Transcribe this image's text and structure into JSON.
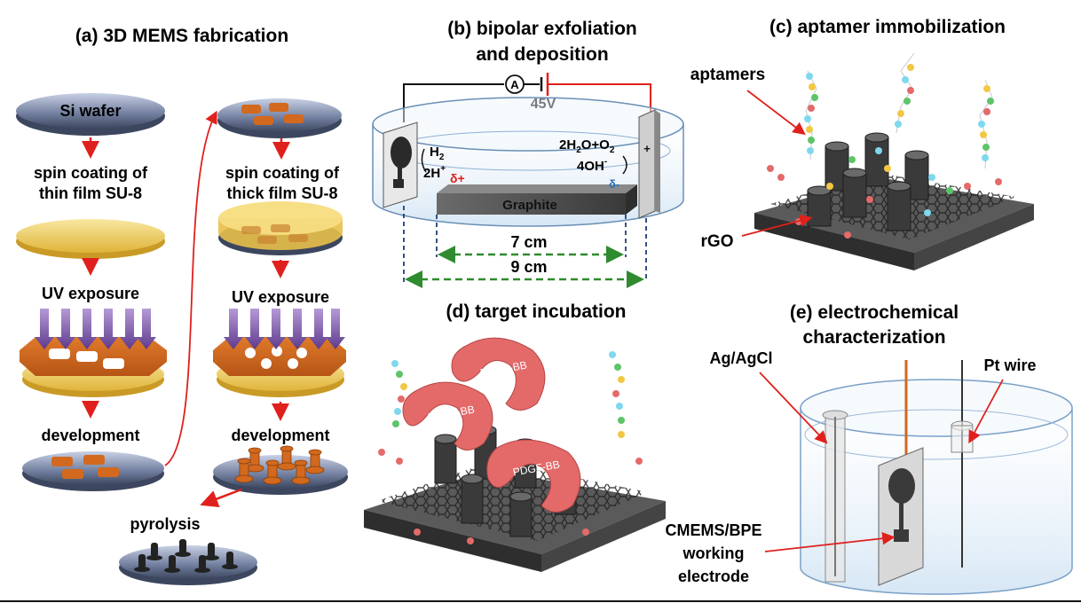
{
  "panels": {
    "a": {
      "title": "(a) 3D MEMS fabrication",
      "si_wafer": "Si wafer",
      "spin_thin_1": "spin coating of",
      "spin_thin_2": "thin film SU-8",
      "uv_1": "UV exposure",
      "dev_1": "development",
      "spin_thick_1": "spin coating of",
      "spin_thick_2": "thick film SU-8",
      "uv_2": "UV exposure",
      "dev_2": "development",
      "pyrolysis": "pyrolysis"
    },
    "b": {
      "title_1": "(b) bipolar exfoliation",
      "title_2": "and deposition",
      "ammeter": "A",
      "voltage": "45V",
      "h2": "H",
      "h2_sub": "2",
      "h_plus": "2H",
      "h_plus_sup": "+",
      "delta_plus": "δ+",
      "water_ox": "2H",
      "water_ox_sub": "2",
      "water_ox_mid": "O+O",
      "water_ox_sub2": "2",
      "oh": "4OH",
      "oh_sup": "-",
      "delta_minus": "δ-",
      "graphite": "Graphite",
      "dist_inner": "7 cm",
      "dist_outer": "9 cm"
    },
    "c": {
      "title": "(c) aptamer immobilization",
      "aptamers": "aptamers",
      "rgo": "rGO"
    },
    "d": {
      "title": "(d) target incubation",
      "protein": "PDGF-BB"
    },
    "e": {
      "title_1": "(e) electrochemical",
      "title_2": "characterization",
      "ag": "Ag/AgCl",
      "pt": "Pt wire",
      "we_1": "CMEMS/BPE",
      "we_2": "working",
      "we_3": "electrode"
    }
  },
  "colors": {
    "arrow_red": "#e0201c",
    "su8": "#f2c74c",
    "post": "#d2691e",
    "wafer": "#5c6a8a",
    "uv": "#7b4fa6",
    "dim_green": "#2e8b2e",
    "dim_blue": "#1f3f7a",
    "bpe_dark": "#3a3a3a",
    "pdgf": "#e46a6a"
  }
}
